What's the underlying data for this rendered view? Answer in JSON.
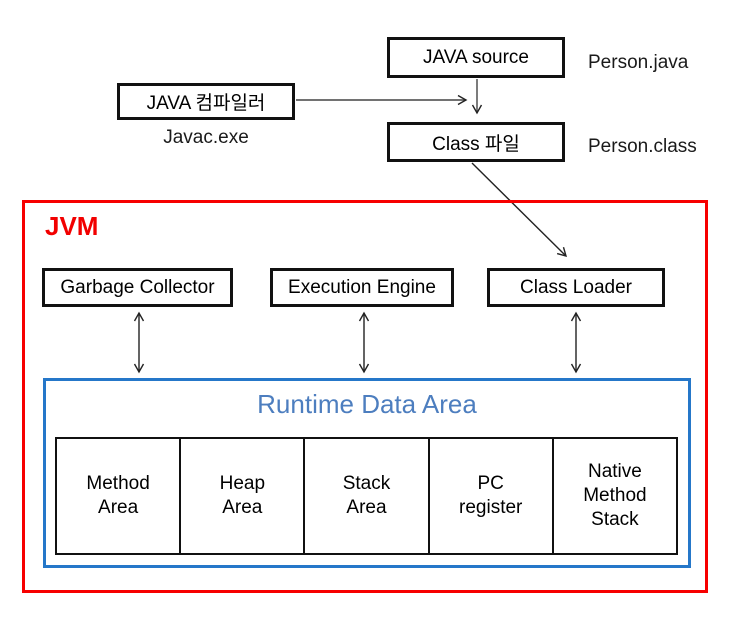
{
  "top": {
    "java_source_label": "JAVA source",
    "person_java_label": "Person.java",
    "compiler_label": "JAVA 컴파일러",
    "javac_label": "Javac.exe",
    "class_file_label": "Class 파일",
    "person_class_label": "Person.class"
  },
  "jvm": {
    "title": "JVM",
    "garbage_collector_label": "Garbage Collector",
    "execution_engine_label": "Execution Engine",
    "class_loader_label": "Class Loader",
    "runtime_data_area": {
      "title": "Runtime Data Area",
      "cells": [
        "Method\nArea",
        "Heap\nArea",
        "Stack\nArea",
        "PC\nregister",
        "Native\nMethod\nStack"
      ]
    }
  },
  "icons": {
    "arrow_right": "arrow-right-icon",
    "arrow_down": "arrow-down-icon",
    "arrow_diagonal": "arrow-diagonal-icon",
    "arrow_double_vertical": "arrow-double-vertical-icon"
  },
  "colors": {
    "jvm_frame_red": "#f70000",
    "jvm_text_red": "#f20000",
    "runtime_frame_blue": "#2577c9",
    "runtime_title_blue": "#4d7ebf",
    "box_border_black": "#111111",
    "background": "#ffffff"
  }
}
